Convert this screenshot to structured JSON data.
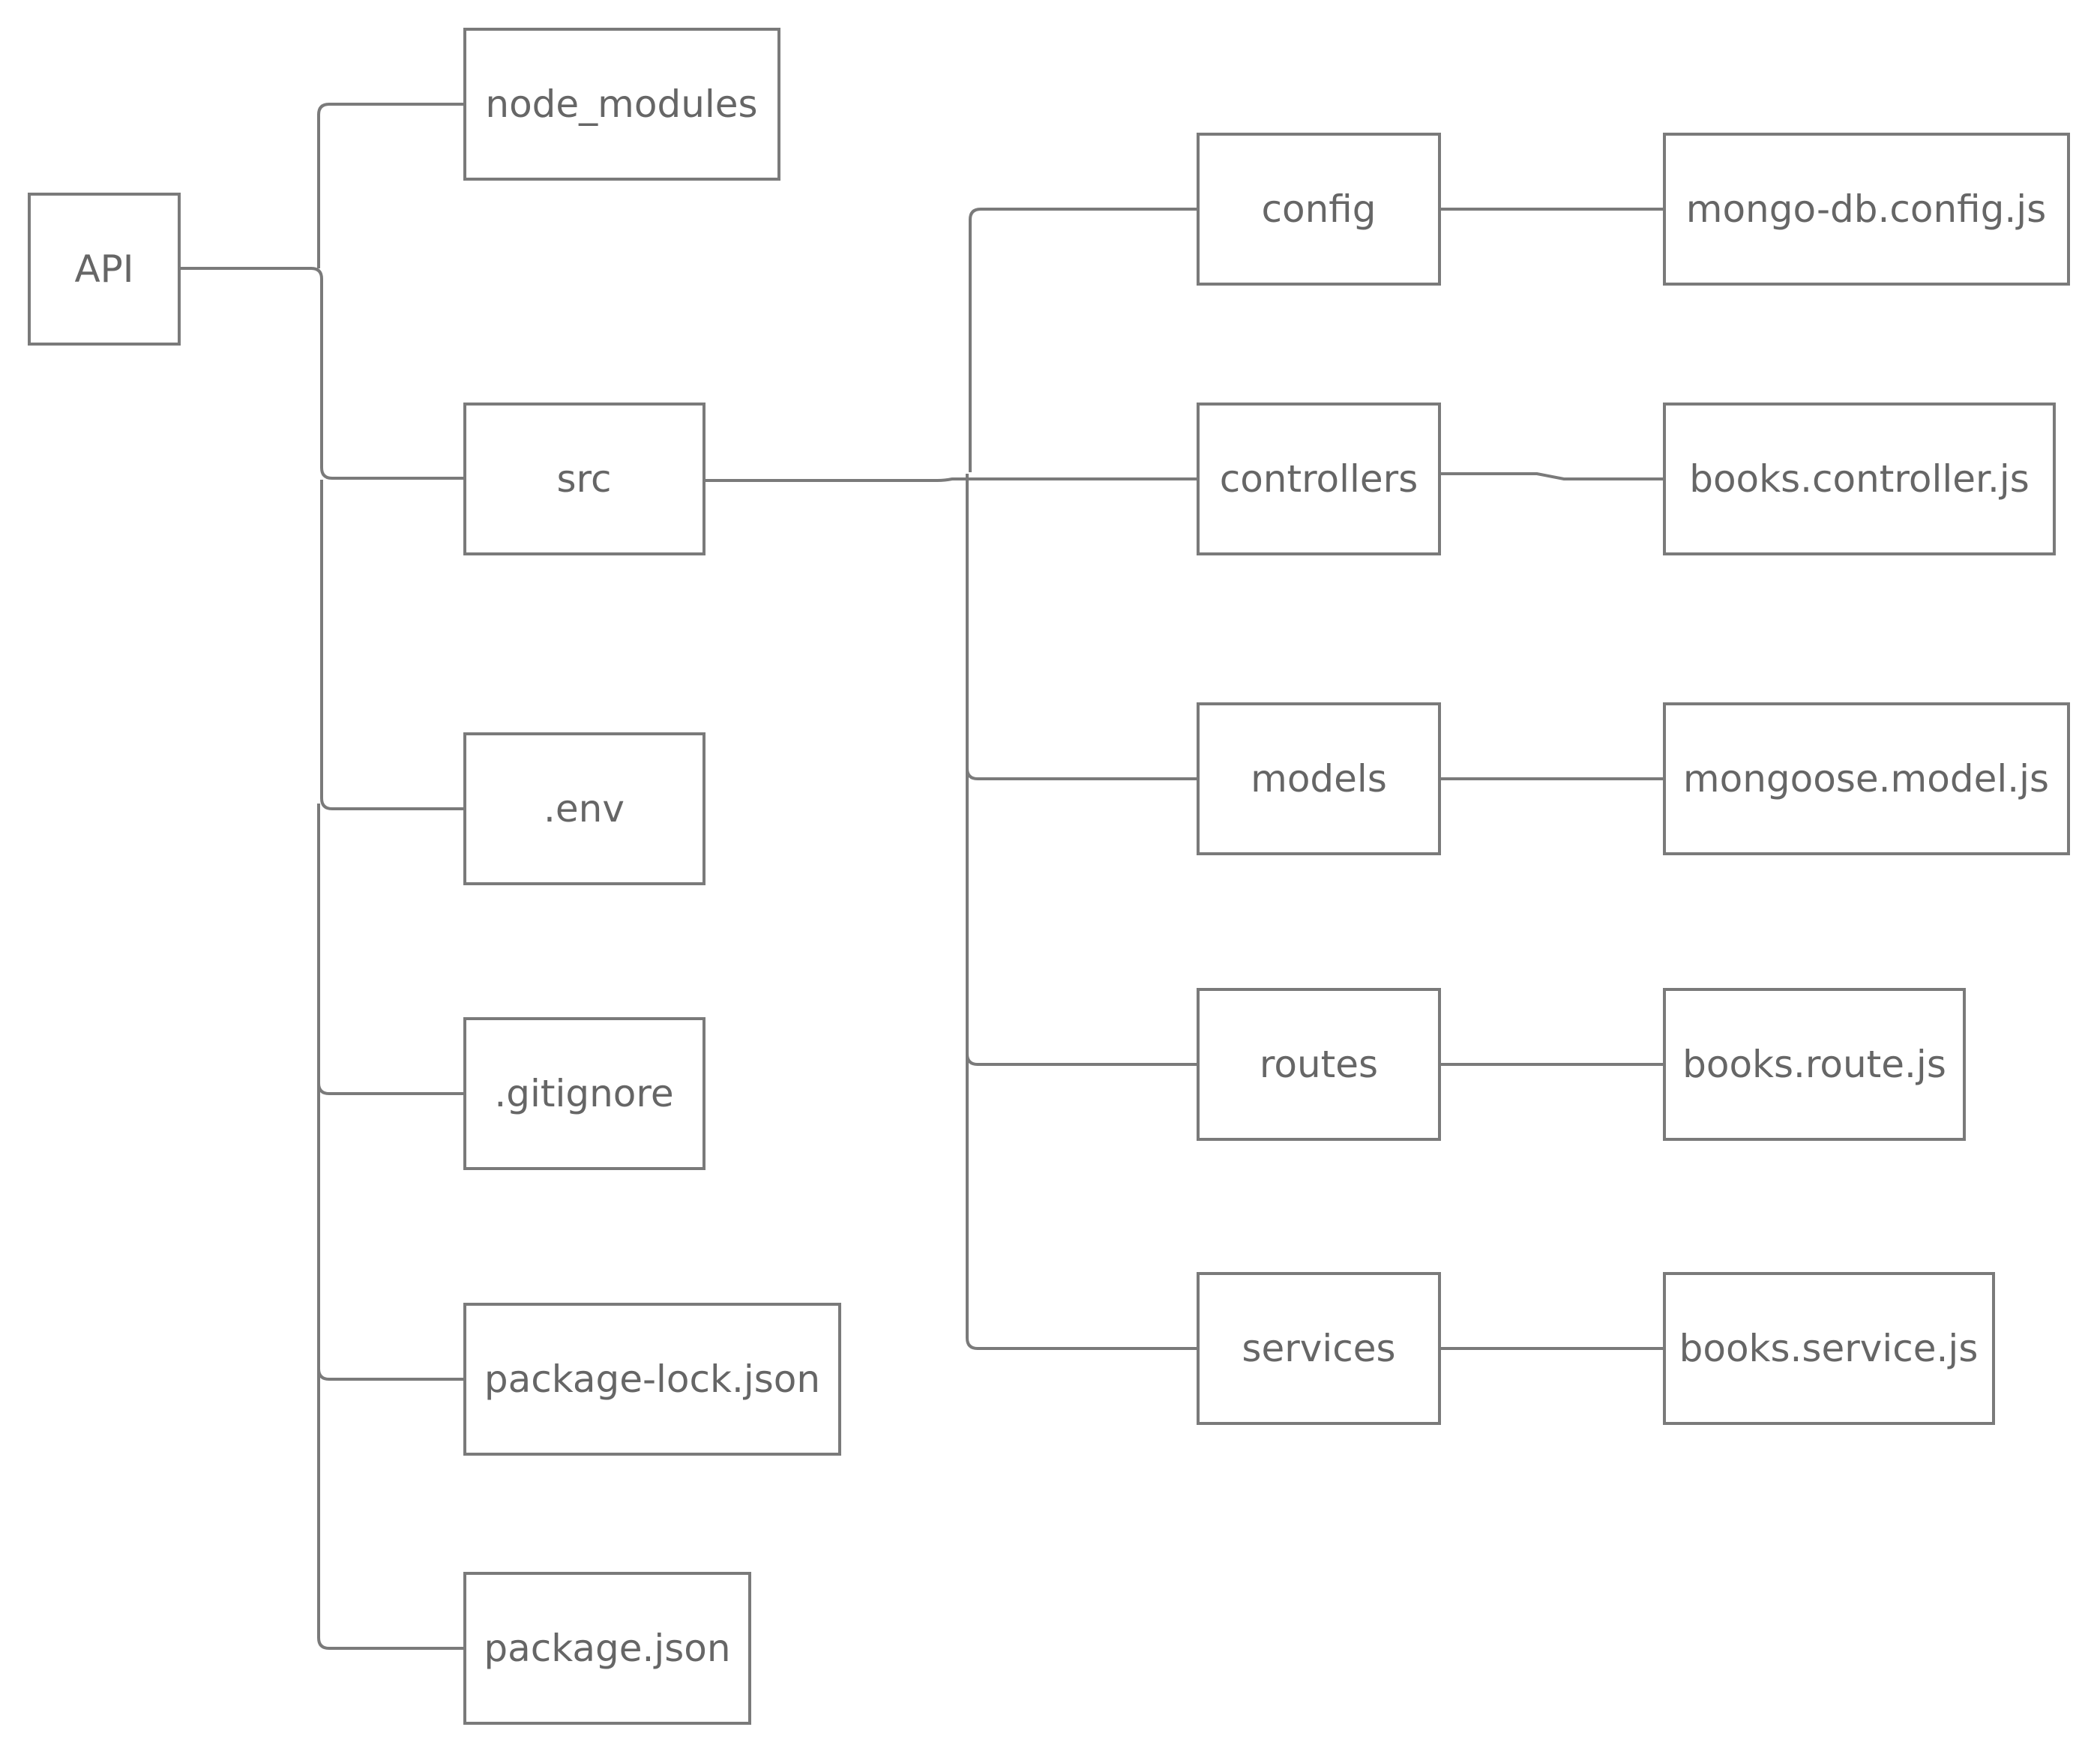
{
  "diagram": {
    "root": "API",
    "root_children": [
      "node_modules",
      "src",
      ".env",
      ".gitignore",
      "package-lock.json",
      "package.json"
    ],
    "src_children": [
      "config",
      "controllers",
      "models",
      "routes",
      "services"
    ],
    "files": [
      "mongo-db.config.js",
      "books.controller.js",
      "mongoose.model.js",
      "books.route.js",
      "books.service.js"
    ],
    "line_color": "#7a7a7a",
    "text_color": "#666666"
  }
}
